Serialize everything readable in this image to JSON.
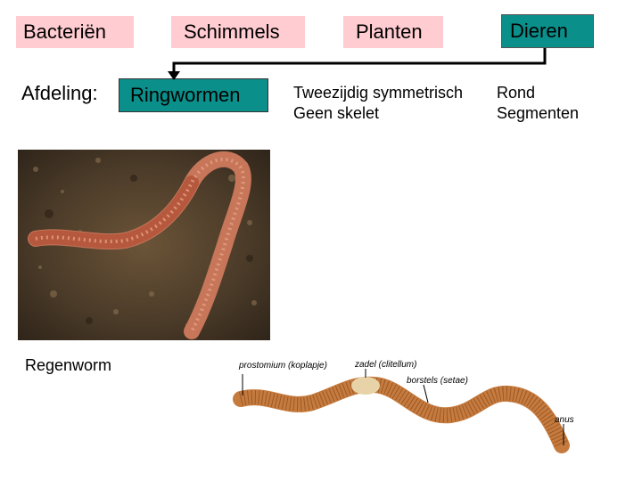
{
  "kingdoms": [
    "Bacteriën",
    "Schimmels",
    "Planten",
    "Dieren"
  ],
  "division": {
    "label": "Afdeling:",
    "value": "Ringwormen"
  },
  "traits": {
    "line1": "Tweezijdig symmetrisch",
    "line2": "Geen skelet",
    "shape": "Rond",
    "segments": "Segmenten"
  },
  "photo_caption": "Regenworm",
  "diagram_labels": {
    "prostomium": "prostomium (koplapje)",
    "clitellum": "zadel (clitellum)",
    "setae": "borstels (setae)",
    "anus": "anus"
  },
  "colors": {
    "pink": "#ffccd1",
    "teal": "#0b8f8a"
  }
}
